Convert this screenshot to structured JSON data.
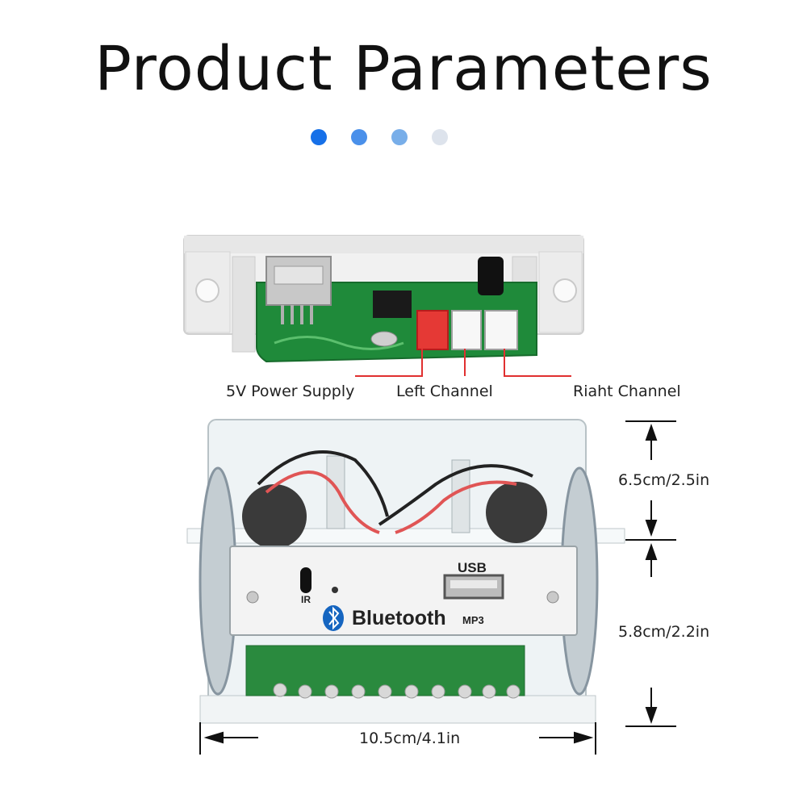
{
  "title": "Product Parameters",
  "indicator": {
    "colors": [
      "#1670e8",
      "#4a90ea",
      "#78aee9",
      "#dde3ec"
    ]
  },
  "ports": {
    "power": "5V Power Supply",
    "left": "Left Channel",
    "right": "Riaht Channel"
  },
  "panel": {
    "usb": "USB",
    "ir": "IR",
    "bluetooth": "Bluetooth",
    "mp3": "MP3"
  },
  "dimensions": {
    "height_top": "6.5cm/2.5in",
    "height_bottom": "5.8cm/2.2in",
    "width": "10.5cm/4.1in"
  }
}
